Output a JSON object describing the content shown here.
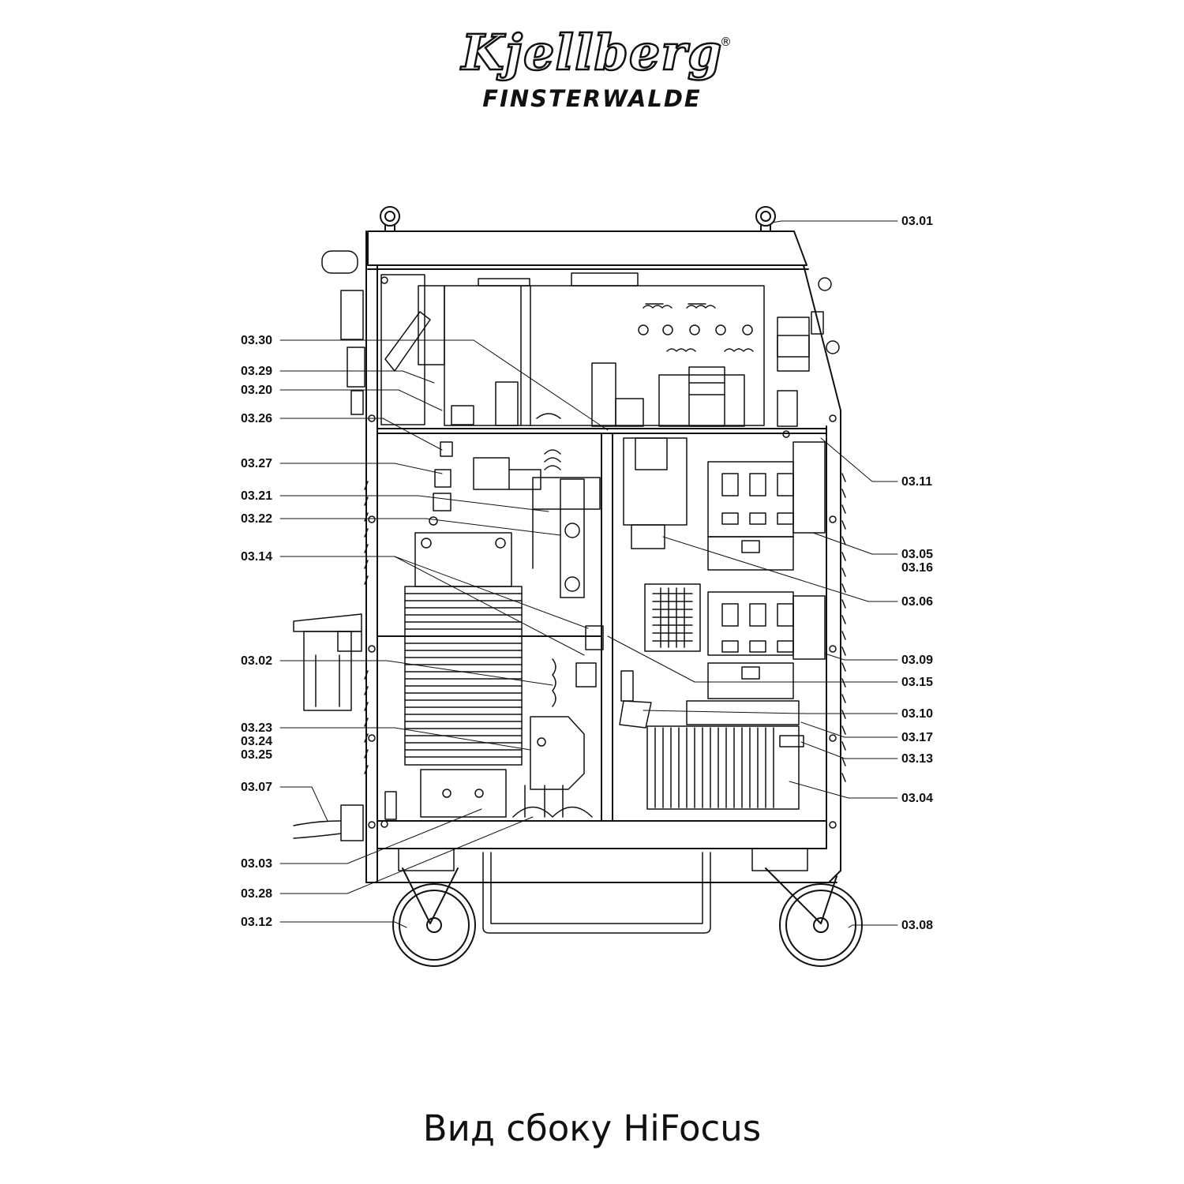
{
  "logo": {
    "brand": "Kjellberg",
    "registered": "®",
    "location": "FINSTERWALDE"
  },
  "callouts_left": [
    "03.30",
    "03.29",
    "03.20",
    "03.26",
    "03.27",
    "03.21",
    "03.22",
    "03.14",
    "03.02",
    "03.23",
    "03.24",
    "03.25",
    "03.07",
    "03.03",
    "03.28",
    "03.12"
  ],
  "callouts_right": [
    "03.01",
    "03.11",
    "03.05",
    "03.16",
    "03.06",
    "03.09",
    "03.15",
    "03.10",
    "03.17",
    "03.13",
    "03.04",
    "03.08"
  ],
  "caption": "Вид сбоку HiFocus"
}
